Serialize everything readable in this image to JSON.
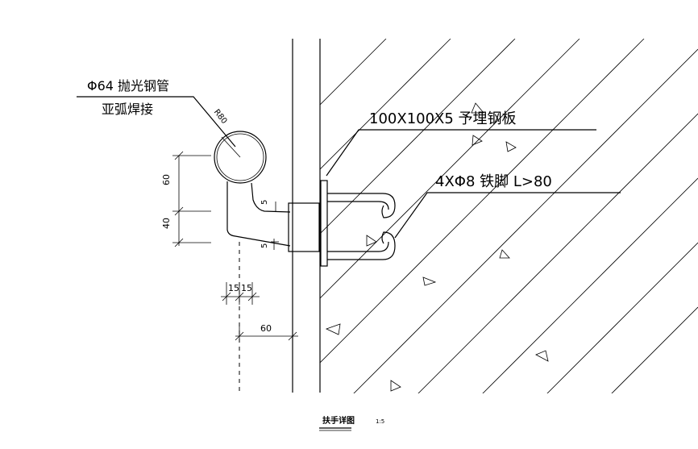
{
  "labels": {
    "pipe": "Φ64 抛光钢管",
    "weld": "亚弧焊接",
    "radius": "R80",
    "plate": "100X100X5 予埋钢板",
    "anchor": "4XΦ8 铁脚 L>80"
  },
  "dimensions": {
    "d60_vert": "60",
    "d40_vert": "40",
    "d15_a": "15",
    "d15_b": "15",
    "d60_horiz": "60",
    "d5_top": "5",
    "d5_bot": "5"
  },
  "title": {
    "text": "扶手详图",
    "scale": "1:5"
  }
}
